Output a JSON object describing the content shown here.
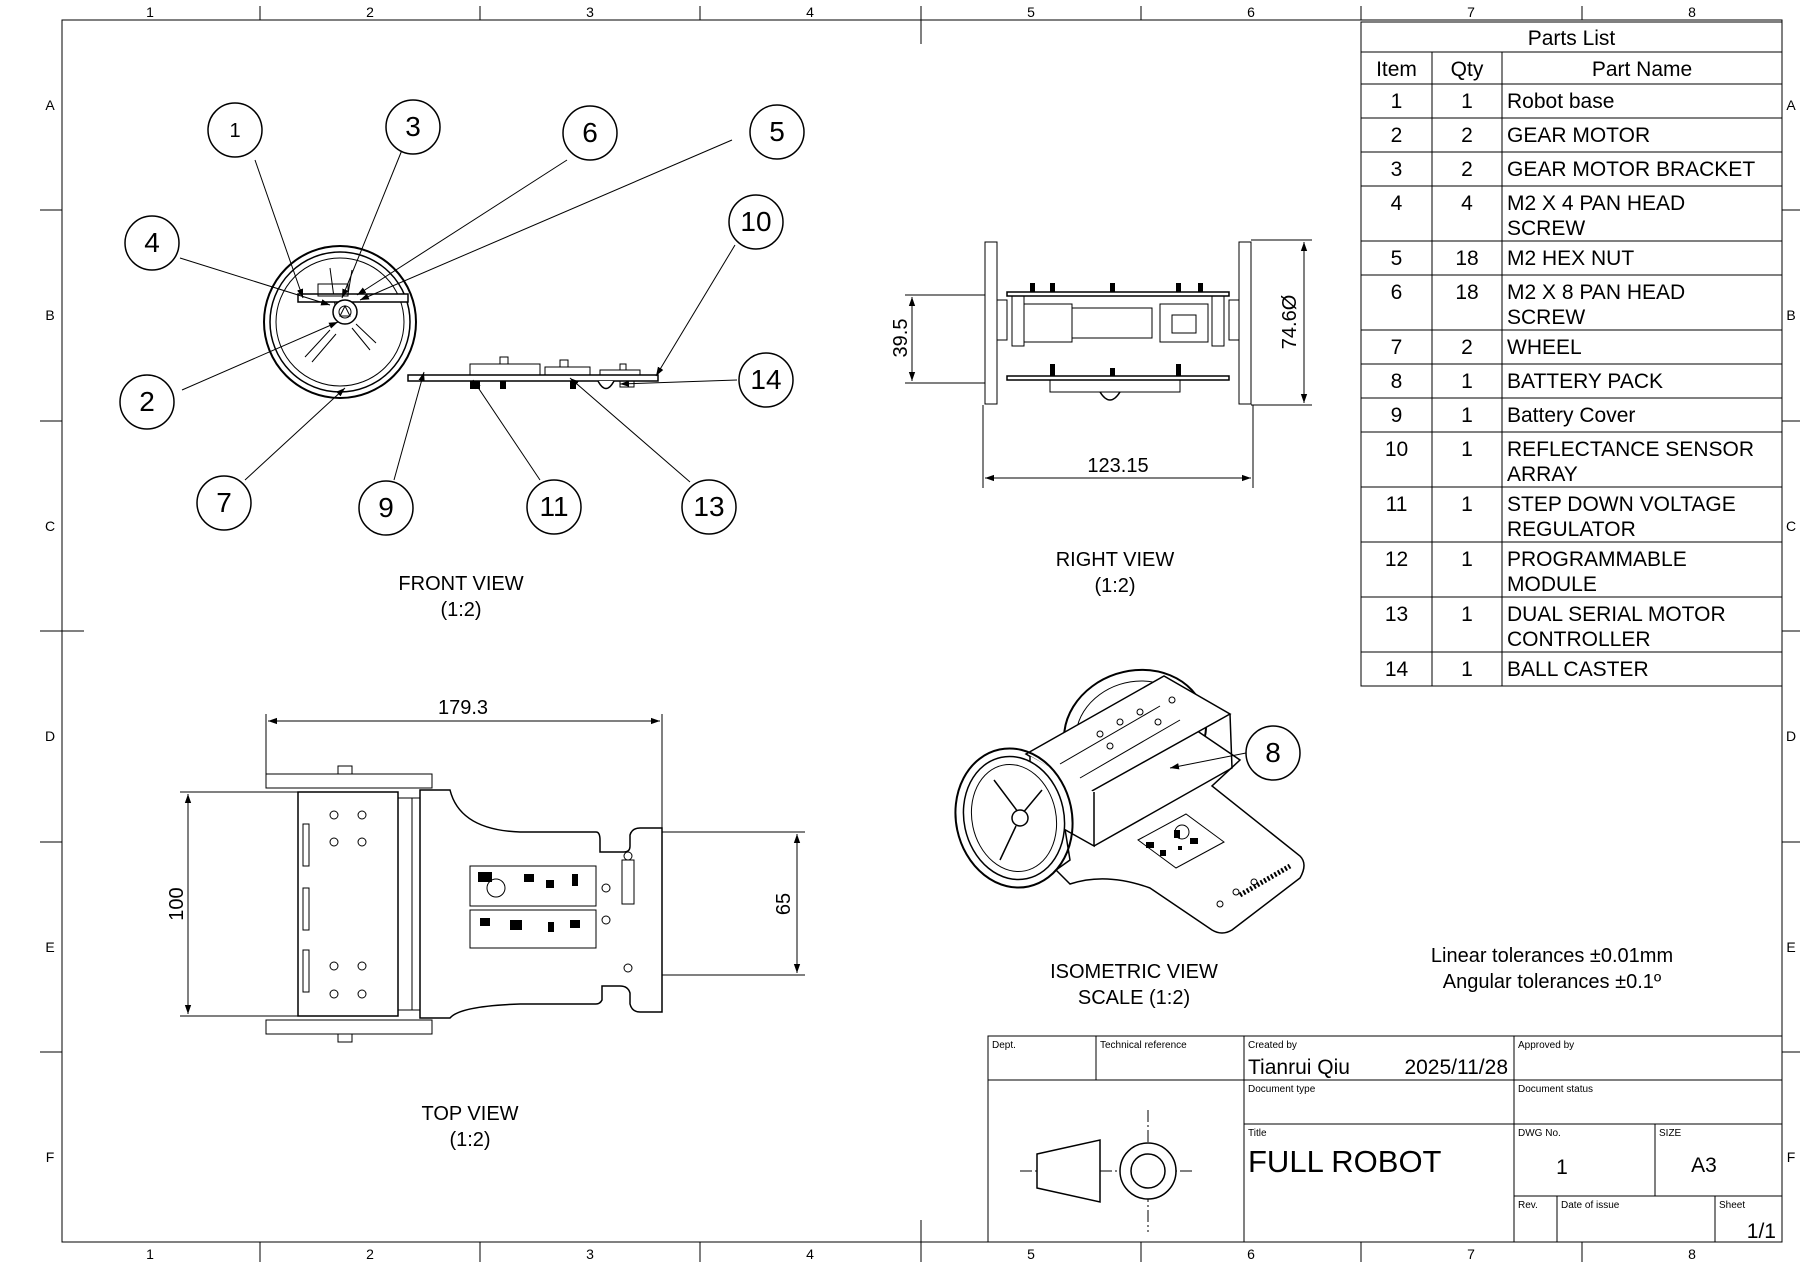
{
  "border": {
    "columns": [
      "1",
      "2",
      "3",
      "4",
      "5",
      "6",
      "7",
      "8"
    ],
    "rows": [
      "A",
      "B",
      "C",
      "D",
      "E",
      "F"
    ]
  },
  "views": {
    "front": {
      "name": "FRONT VIEW",
      "scale": "(1:2)"
    },
    "right": {
      "name": "RIGHT VIEW",
      "scale": "(1:2)"
    },
    "top": {
      "name": "TOP VIEW",
      "scale": "(1:2)"
    },
    "isometric": {
      "name": "ISOMETRIC VIEW",
      "scale": "SCALE (1:2)"
    }
  },
  "dimensions": {
    "right_height": "39.5",
    "right_wheel_dia": "74.6Ø",
    "right_width": "123.15",
    "top_length": "179.3",
    "top_width": "100",
    "top_tail_width": "65"
  },
  "balloons": {
    "b1": "1",
    "b2": "2",
    "b3": "3",
    "b4": "4",
    "b5": "5",
    "b6": "6",
    "b7": "7",
    "b8": "8",
    "b9": "9",
    "b10": "10",
    "b11": "11",
    "b13": "13",
    "b14": "14"
  },
  "parts_list": {
    "title": "Parts List",
    "headers": {
      "item": "Item",
      "qty": "Qty",
      "name": "Part Name"
    },
    "rows": [
      {
        "item": "1",
        "qty": "1",
        "name": [
          "Robot base"
        ]
      },
      {
        "item": "2",
        "qty": "2",
        "name": [
          "GEAR MOTOR"
        ]
      },
      {
        "item": "3",
        "qty": "2",
        "name": [
          "GEAR MOTOR BRACKET"
        ]
      },
      {
        "item": "4",
        "qty": "4",
        "name": [
          "M2 X 4 PAN HEAD",
          "SCREW"
        ]
      },
      {
        "item": "5",
        "qty": "18",
        "name": [
          "M2 HEX NUT"
        ]
      },
      {
        "item": "6",
        "qty": "18",
        "name": [
          "M2 X 8 PAN HEAD",
          "SCREW"
        ]
      },
      {
        "item": "7",
        "qty": "2",
        "name": [
          "WHEEL"
        ]
      },
      {
        "item": "8",
        "qty": "1",
        "name": [
          "BATTERY PACK"
        ]
      },
      {
        "item": "9",
        "qty": "1",
        "name": [
          "Battery Cover"
        ]
      },
      {
        "item": "10",
        "qty": "1",
        "name": [
          "REFLECTANCE SENSOR",
          "ARRAY"
        ]
      },
      {
        "item": "11",
        "qty": "1",
        "name": [
          "STEP DOWN VOLTAGE",
          "REGULATOR"
        ]
      },
      {
        "item": "12",
        "qty": "1",
        "name": [
          "PROGRAMMABLE",
          "MODULE"
        ]
      },
      {
        "item": "13",
        "qty": "1",
        "name": [
          "DUAL SERIAL MOTOR",
          "CONTROLLER"
        ]
      },
      {
        "item": "14",
        "qty": "1",
        "name": [
          "BALL CASTER"
        ]
      }
    ]
  },
  "tolerances": {
    "linear": "Linear tolerances ±0.01mm",
    "angular": "Angular tolerances ±0.1º"
  },
  "title_block": {
    "dept_label": "Dept.",
    "tech_ref_label": "Technical reference",
    "created_by_label": "Created by",
    "created_by": "Tianrui Qiu",
    "date": "2025/11/28",
    "approved_by_label": "Approved by",
    "doc_type_label": "Document type",
    "doc_status_label": "Document status",
    "title_label": "Title",
    "title": "FULL ROBOT",
    "dwg_no_label": "DWG No.",
    "dwg_no": "1",
    "size_label": "SIZE",
    "size": "A3",
    "rev_label": "Rev.",
    "date_issue_label": "Date of issue",
    "sheet_label": "Sheet",
    "sheet": "1/1"
  }
}
